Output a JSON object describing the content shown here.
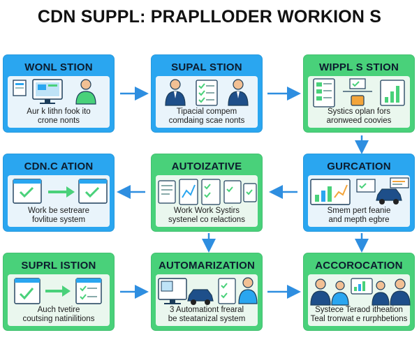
{
  "title": "CDN SUPPL: PRAPLLODER WORKION S",
  "colors": {
    "blue": "#2aa6f0",
    "green": "#49d17a",
    "arrow": "#2e8ee0"
  },
  "cards": [
    {
      "title": "WONL STION",
      "line1": "Aur k lithn fook ito",
      "line2": "crone nonts"
    },
    {
      "title": "SUPAL STION",
      "line1": "Tipacial compem",
      "line2": "comdaing scae nonts"
    },
    {
      "title": "WIPPL S STION",
      "line1": "Systics oplan fors",
      "line2": "aronweed coovies"
    },
    {
      "title": "CDN.C ATION",
      "line1": "Work be setreare",
      "line2": "fovlitue system"
    },
    {
      "title": "AUTOIZATIVE",
      "line1": "Work Work Systirs",
      "line2": "systenel co relactions"
    },
    {
      "title": "GURCATION",
      "line1": "Smem pert feanie",
      "line2": "and mepth egbre"
    },
    {
      "title": "SUPRL ISTION",
      "line1": "Auch tvetire",
      "line2": "coutsing natinilitions"
    },
    {
      "title": "AUTOMARIZATION",
      "line1": "3 Automationt frearal",
      "line2": "be steatanizal system"
    },
    {
      "title": "ACCOROCATION",
      "line1": "Systece Teraod itheation",
      "line2": "Teal tronwat e rurphbetions"
    }
  ]
}
